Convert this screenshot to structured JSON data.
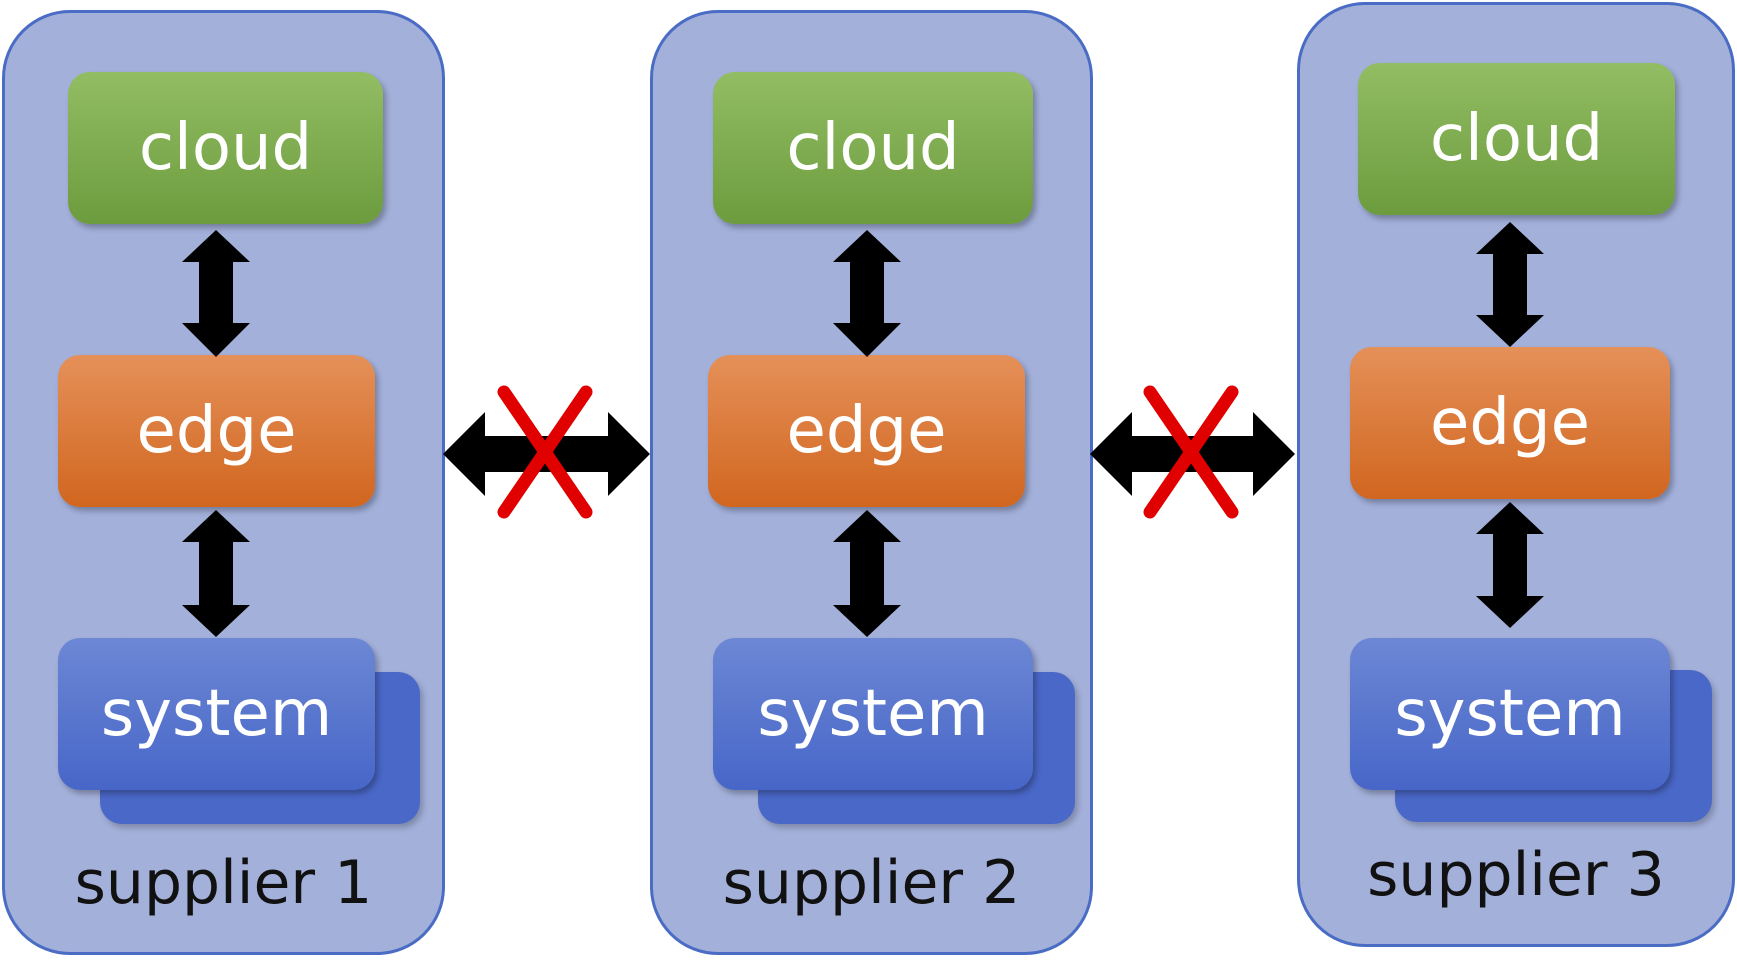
{
  "suppliers": [
    {
      "name": "supplier 1",
      "cloud": "cloud",
      "edge": "edge",
      "system": "system"
    },
    {
      "name": "supplier 2",
      "cloud": "cloud",
      "edge": "edge",
      "system": "system"
    },
    {
      "name": "supplier 3",
      "cloud": "cloud",
      "edge": "edge",
      "system": "system"
    }
  ],
  "colors": {
    "supplier_fill": "#a3b0da",
    "supplier_border": "#4a6cc4",
    "cloud": "#7fad4f",
    "edge": "#dc7a39",
    "system": "#5a76cf",
    "blocked_x": "#e00000",
    "arrow": "#000000"
  },
  "connections": [
    {
      "from": "supplier 1",
      "to": "supplier 2",
      "blocked": true,
      "marker": "x-cross-icon"
    },
    {
      "from": "supplier 2",
      "to": "supplier 3",
      "blocked": true,
      "marker": "x-cross-icon"
    }
  ]
}
